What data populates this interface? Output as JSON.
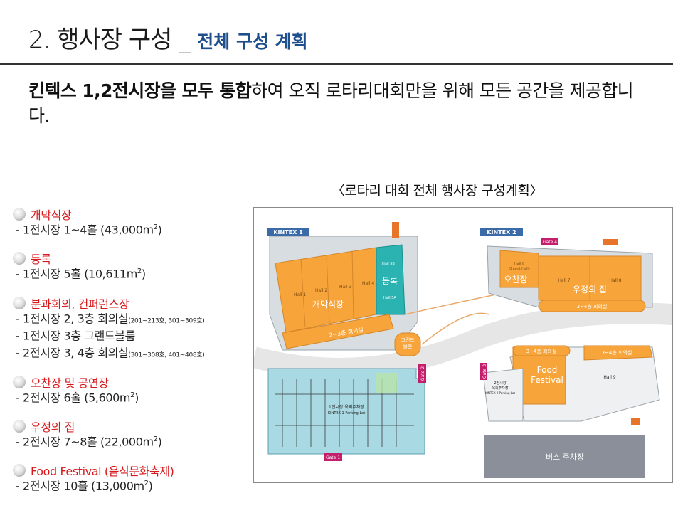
{
  "title": {
    "main": "2. 행사장 구성 _",
    "sub": "전체 구성 계획"
  },
  "lead": {
    "bold": "킨텍스 1,2전시장을 모두 통합",
    "rest": "하여 오직 로타리대회만을 위해 모든 공간을 제공합니다."
  },
  "map_caption": "〈로타리 대회 전체 행사장 구성계획〉",
  "legend": [
    {
      "title": "개막식장",
      "lines": [
        {
          "text": "- 1전시장 1~4홀 (43,000m",
          "sup": "2",
          "tail": ")",
          "small": ""
        }
      ]
    },
    {
      "title": "등록",
      "lines": [
        {
          "text": "- 1전시장 5홀 (10,611m",
          "sup": "2",
          "tail": ")",
          "small": ""
        }
      ]
    },
    {
      "title": "분과회의, 컨퍼런스장",
      "lines": [
        {
          "text": "- 1전시장 2, 3층 회의실",
          "sup": "",
          "tail": "",
          "small": "(201~213호, 301~309호)"
        },
        {
          "text": "- 1전시장 3층 그랜드볼룸",
          "sup": "",
          "tail": "",
          "small": ""
        },
        {
          "text": "- 2전시장 3, 4층 회의실",
          "sup": "",
          "tail": "",
          "small": "(301~308호, 401~408호)"
        }
      ]
    },
    {
      "title": "오찬장 및 공연장",
      "lines": [
        {
          "text": "- 2전시장 6홀 (5,600m",
          "sup": "2",
          "tail": ")",
          "small": ""
        }
      ]
    },
    {
      "title": "우정의 집",
      "lines": [
        {
          "text": "- 2전시장 7~8홀 (22,000m",
          "sup": "2",
          "tail": ")",
          "small": ""
        }
      ]
    },
    {
      "title": "Food Festival (음식문화축제)",
      "lines": [
        {
          "text": "- 2전시장 10홀 (13,000m",
          "sup": "2",
          "tail": ")",
          "small": ""
        }
      ]
    }
  ],
  "map": {
    "kintex1": "KINTEX 1",
    "kintex2": "KINTEX 2",
    "hall_labels": [
      "Hall 1",
      "Hall 2",
      "Hall 3",
      "Hall 4",
      "Hall 5B",
      "Hall 5A"
    ],
    "opening": "개막식장",
    "registration": "등록",
    "conf1": "2~3층 회의실",
    "grand_ballroom_1": "그랜드",
    "grand_ballroom_2": "볼룸",
    "hall6_1": "Hall 6",
    "hall6_2": "(Event Hall)",
    "luncheon": "오찬장",
    "hall7": "Hall 7",
    "hall8": "Hall 8",
    "friendship": "우정의 집",
    "conf2a": "3~4층 회의실",
    "conf2b": "3~4층 회의실",
    "conf2c": "3~4층 회의실",
    "food1": "Food",
    "food2": "Festival",
    "hall9": "Hall 9",
    "parking1_1": "1전시장 옥외주차장",
    "parking1_2": "KINTEX 1 Parking Lot",
    "parking2_1": "2전시장",
    "parking2_2": "옥외주차장",
    "parking2_3": "KINTEX 2 Parking Lot",
    "bus": "버스 주차장",
    "gate1": "Gate 1",
    "gate2": "Gate 2",
    "gate3": "Gate 3",
    "gate4": "Gate 4"
  },
  "colors": {
    "orange": "#f7a53b",
    "teal": "#2ab3b1",
    "kintex_label": "#3a6aa8",
    "gate": "#c41e6c",
    "parking": "#a9d9e3",
    "bus": "#8a8f9a"
  }
}
